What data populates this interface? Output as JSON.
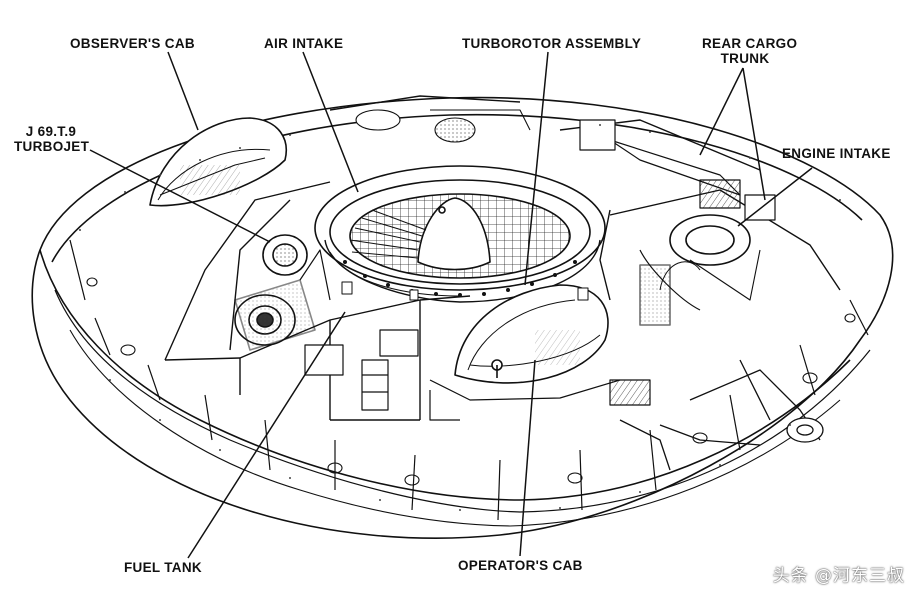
{
  "labels": {
    "observers_cab": "OBSERVER'S CAB",
    "air_intake": "AIR INTAKE",
    "turborotor_assembly": "TURBOROTOR ASSEMBLY",
    "rear_cargo_trunk_line1": "REAR CARGO",
    "rear_cargo_trunk_line2": "TRUNK",
    "turbojet_line1": "J 69.T.9",
    "turbojet_line2": "TURBOJET",
    "engine_intake": "ENGINE INTAKE",
    "fuel_tank": "FUEL TANK",
    "operators_cab": "OPERATOR'S CAB"
  },
  "watermark": "头条 @河东三叔"
}
